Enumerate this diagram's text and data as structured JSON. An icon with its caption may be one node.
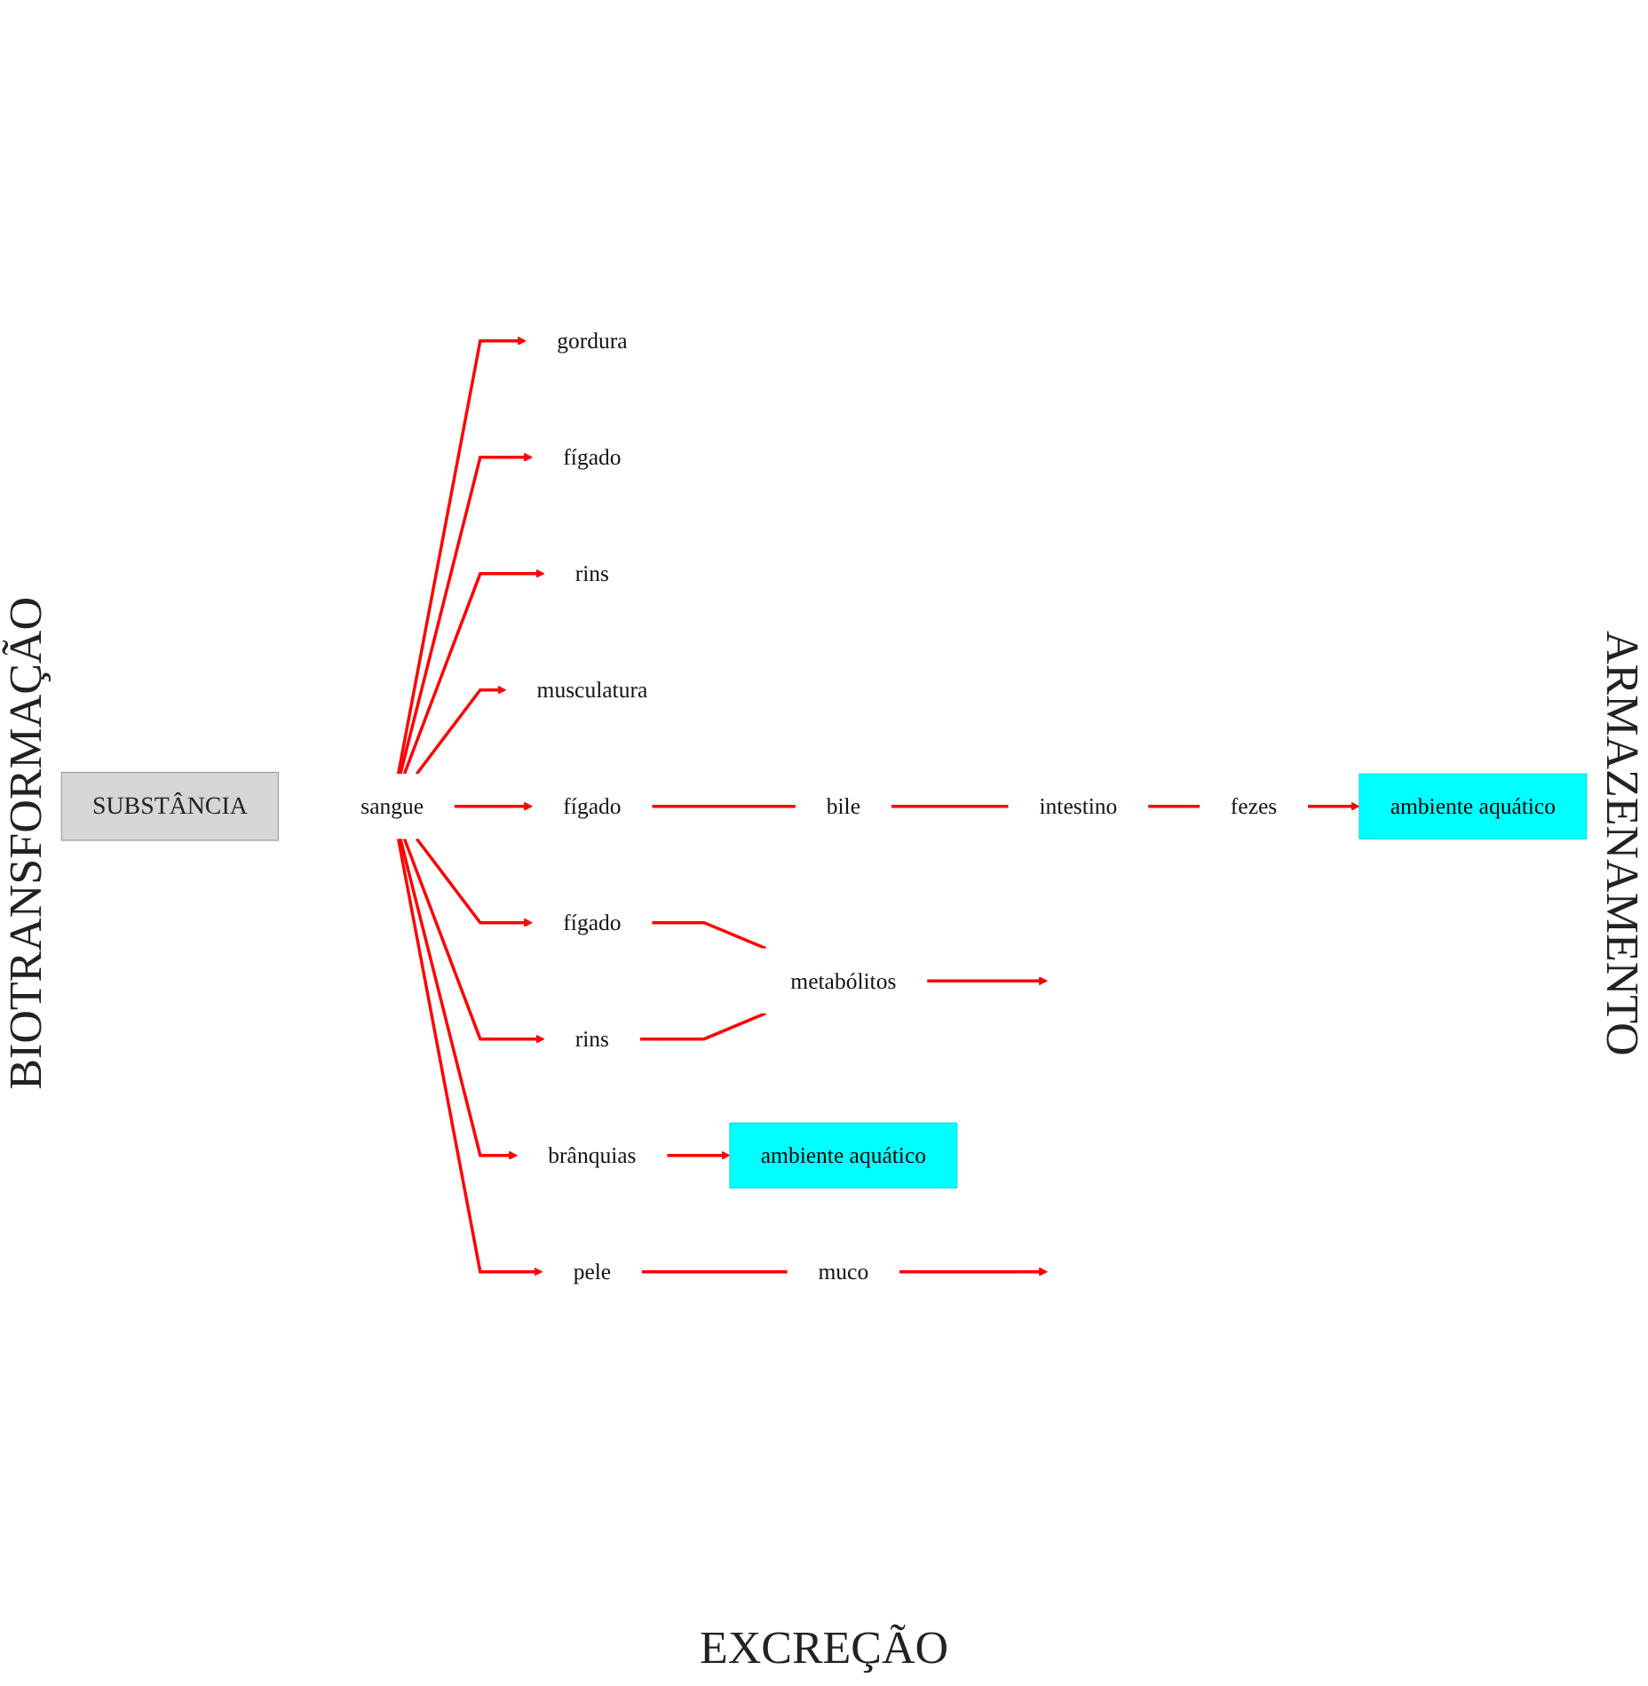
{
  "diagram": {
    "nodes": [
      {
        "text": [
          "SUBSTÂNCIA"
        ]
      },
      {
        "text": [
          "sangue"
        ]
      },
      {
        "text": [
          "gordura"
        ]
      },
      {
        "text": [
          "fígado"
        ]
      },
      {
        "text": [
          "rins"
        ]
      },
      {
        "text": [
          "musculatura"
        ]
      },
      {
        "text": [
          "fígado"
        ]
      },
      {
        "text": [
          "rins"
        ]
      },
      {
        "text": [
          "metabólitos"
        ]
      },
      {
        "text": [
          "pele"
        ]
      },
      {
        "text": [
          "muco"
        ]
      },
      {
        "text": [
          "brânquias"
        ]
      },
      {
        "text": [
          "ambiente aquático"
        ]
      },
      {
        "text": [
          "fígado"
        ]
      },
      {
        "text": [
          "bile"
        ]
      },
      {
        "text": [
          "intestino"
        ]
      },
      {
        "text": [
          "fezes"
        ]
      },
      {
        "text": [
          "ambiente aquático"
        ]
      }
    ],
    "edges": [
      {
        "from": 1,
        "to": 2,
        "arrow": "to"
      },
      {
        "from": 1,
        "to": 6,
        "arrow": "to"
      },
      {
        "from": 1,
        "to": 3,
        "arrow": "to"
      },
      {
        "from": 1,
        "to": 7,
        "arrow": "to"
      },
      {
        "from": 1,
        "to": 4,
        "arrow": "to"
      },
      {
        "from": 1,
        "to": 5,
        "arrow": "to"
      },
      {
        "from": 6,
        "to": 8,
        "arrow": "none"
      },
      {
        "from": 7,
        "to": 8,
        "arrow": "none"
      },
      {
        "from": 8,
        "to": null,
        "arrow": "to"
      },
      {
        "from": 1,
        "to": 9,
        "arrow": "to"
      },
      {
        "from": 1,
        "to": 11,
        "arrow": "to"
      },
      {
        "from": 1,
        "to": 13,
        "arrow": "to"
      },
      {
        "from": 9,
        "to": 10,
        "arrow": "none"
      },
      {
        "from": 10,
        "to": null,
        "arrow": "to"
      },
      {
        "from": 11,
        "to": 12,
        "arrow": "to"
      },
      {
        "from": 13,
        "to": 14,
        "arrow": "none"
      },
      {
        "from": 14,
        "to": 15,
        "arrow": "none"
      },
      {
        "from": 15,
        "to": 16,
        "arrow": "none"
      },
      {
        "from": 16,
        "to": 17,
        "arrow": "to"
      }
    ],
    "labels": [
      "BIOTRANSFORMAÇÃO",
      "ARMAZENAMENTO",
      "EXCREÇÃO"
    ]
  }
}
